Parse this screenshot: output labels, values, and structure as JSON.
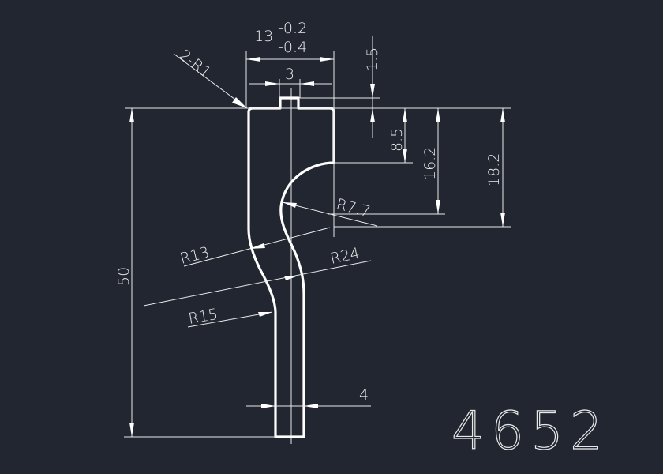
{
  "drawing": {
    "part_number": "4652",
    "labels": {
      "corner_radius": "2-R1",
      "width_nominal": "13",
      "width_tol_upper": "-0.2",
      "width_tol_lower": "-0.4",
      "tab_width": "3",
      "tab_height": "1.5",
      "dim_8_5": "8.5",
      "dim_16_2": "16.2",
      "dim_18_2": "18.2",
      "radius_7_7": "R7.7",
      "radius_13": "R13",
      "radius_24": "R24",
      "radius_15": "R15",
      "stem_width": "4",
      "total_height": "50"
    },
    "colors": {
      "background": "#212630",
      "lines": "#ffffff"
    }
  }
}
